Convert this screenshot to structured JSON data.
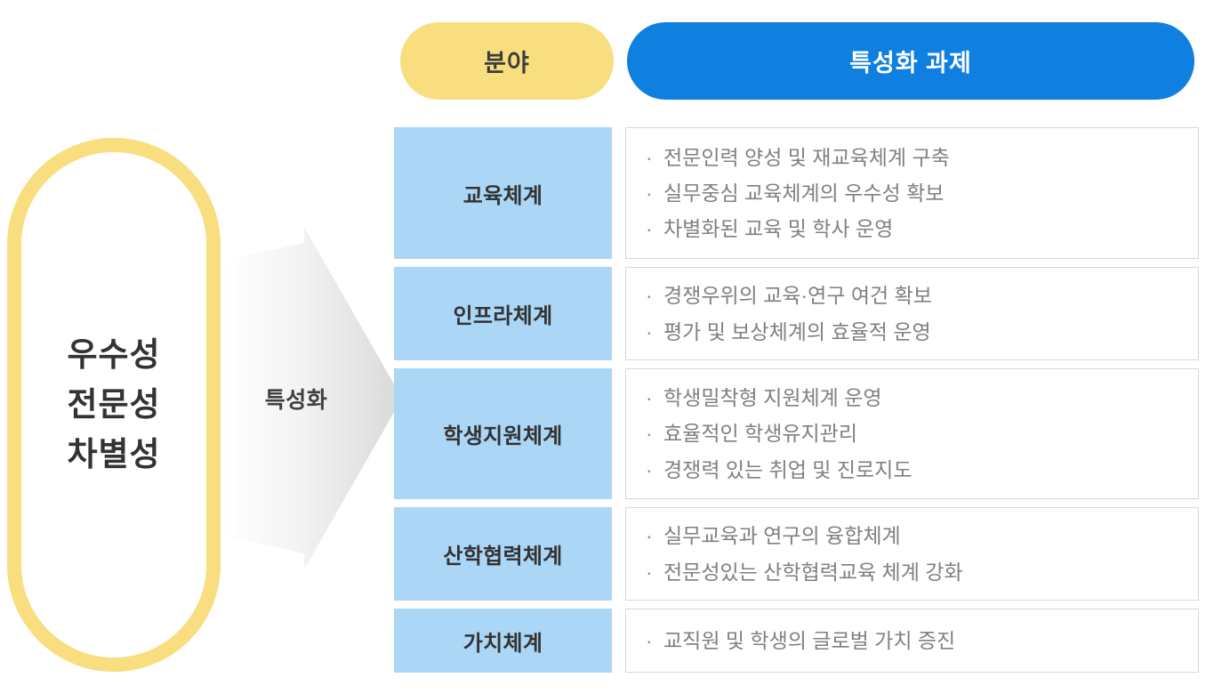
{
  "capsule": {
    "lines": [
      "우수성",
      "전문성",
      "차별성"
    ],
    "border_color": "#F8DE7E"
  },
  "arrow": {
    "label": "특성화",
    "icon": "right-arrow-icon"
  },
  "headers": {
    "field": {
      "label": "분야",
      "color": "#F8DE7E"
    },
    "task": {
      "label": "특성화 과제",
      "color": "#0F7FE0"
    }
  },
  "rows": [
    {
      "category": "교육체계",
      "tasks": [
        "전문인력 양성 및 재교육체계 구축",
        "실무중심 교육체계의 우수성 확보",
        "차별화된 교육 및 학사 운영"
      ]
    },
    {
      "category": "인프라체계",
      "tasks": [
        "경쟁우위의 교육·연구 여건 확보",
        "평가 및 보상체계의 효율적 운영"
      ]
    },
    {
      "category": "학생지원체계",
      "tasks": [
        "학생밀착형 지원체계 운영",
        "효율적인 학생유지관리",
        "경쟁력 있는 취업 및 진로지도"
      ]
    },
    {
      "category": "산학협력체계",
      "tasks": [
        "실무교육과 연구의 융합체계",
        "전문성있는 산학협력교육 체계 강화"
      ]
    },
    {
      "category": "가치체계",
      "tasks": [
        "교직원 및 학생의 글로벌 가치 증진"
      ]
    }
  ],
  "bullet": "·",
  "colors": {
    "category_cell": "#ABD6F6",
    "task_text": "#808080",
    "panel_border": "#d8d8d8"
  }
}
